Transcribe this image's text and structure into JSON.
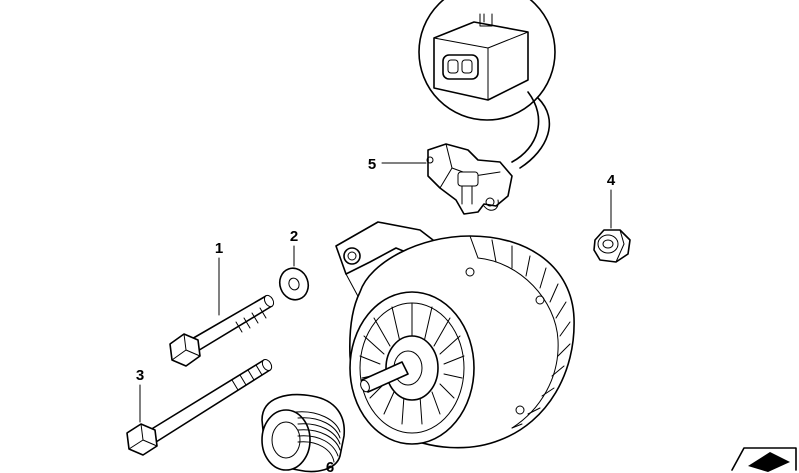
{
  "diagram": {
    "callouts": [
      {
        "id": "1",
        "label": "1"
      },
      {
        "id": "2",
        "label": "2"
      },
      {
        "id": "3",
        "label": "3"
      },
      {
        "id": "4",
        "label": "4"
      },
      {
        "id": "5",
        "label": "5"
      },
      {
        "id": "6",
        "label": "6"
      }
    ],
    "parts": [
      {
        "callout": "1",
        "icon": "bolt-icon"
      },
      {
        "callout": "2",
        "icon": "washer-icon"
      },
      {
        "callout": "3",
        "icon": "long-bolt-icon"
      },
      {
        "callout": "4",
        "icon": "nut-icon"
      },
      {
        "callout": "5",
        "icon": "voltage-regulator-icon"
      },
      {
        "callout": "6",
        "icon": "pulley-icon"
      }
    ],
    "main_assembly_icon": "alternator-icon",
    "detail_icon": "connector-plug-detail-icon",
    "corner_badge_icon": "catalog-badge-icon"
  }
}
